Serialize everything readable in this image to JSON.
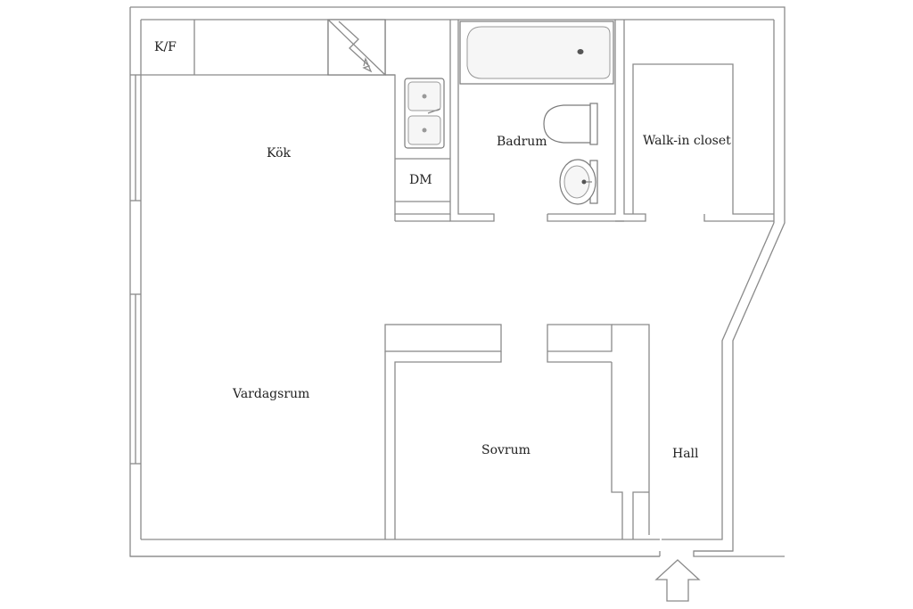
{
  "rooms": {
    "kf": "K/F",
    "kok": "Kök",
    "dm": "DM",
    "badrum": "Badrum",
    "walkin": "Walk-in closet",
    "vardagsrum": "Vardagsrum",
    "sovrum": "Sovrum",
    "hall": "Hall"
  }
}
